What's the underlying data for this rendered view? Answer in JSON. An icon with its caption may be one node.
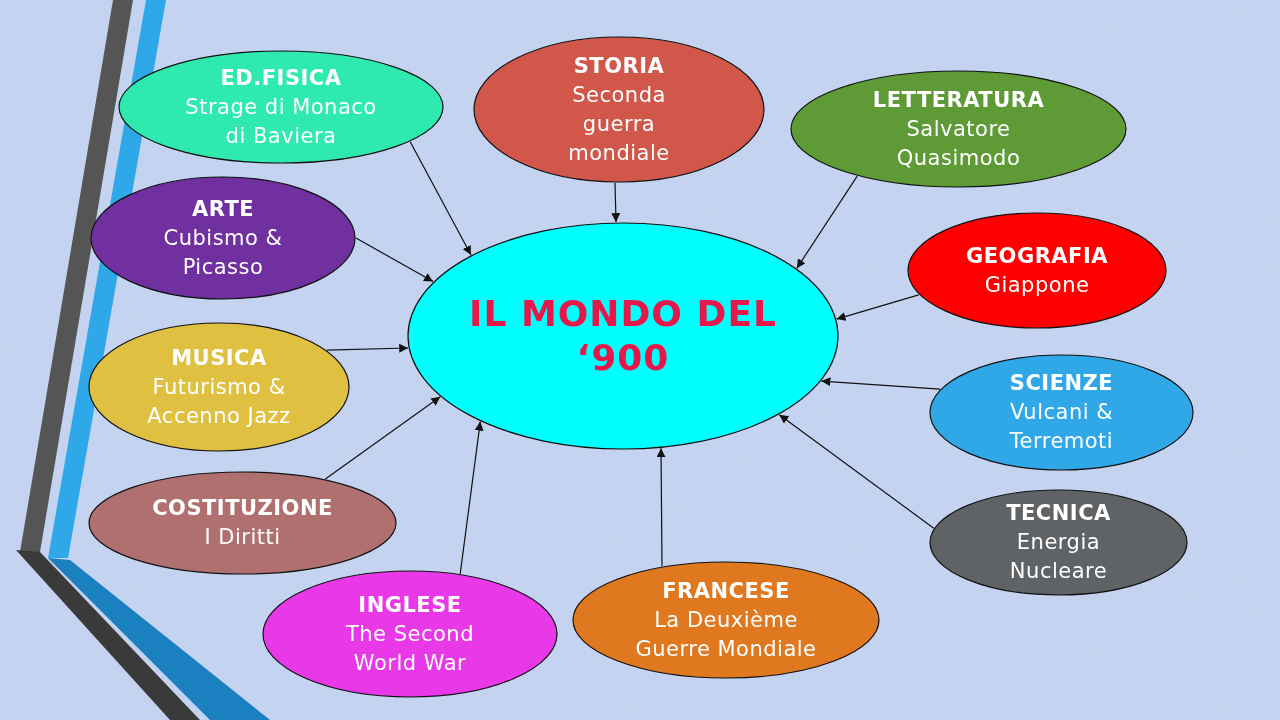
{
  "diagram": {
    "nodes": [
      {
        "text": [
          "IL MONDO DEL ‘900"
        ]
      },
      {
        "text": [
          "ED.FISICA",
          "Strage di Monaco di Baviera"
        ]
      },
      {
        "text": [
          "STORIA",
          "Seconda guerra mondiale"
        ]
      },
      {
        "text": [
          "LETTERATURA",
          "Salvatore Quasimodo"
        ]
      },
      {
        "text": [
          "ARTE",
          "Cubismo & Picasso"
        ]
      },
      {
        "text": [
          "GEOGRAFIA",
          "Giappone"
        ]
      },
      {
        "text": [
          "MUSICA",
          "Futurismo & Accenno Jazz"
        ]
      },
      {
        "text": [
          "SCIENZE",
          "Vulcani & Terremoti"
        ]
      },
      {
        "text": [
          "COSTITUZIONE",
          "I Diritti"
        ]
      },
      {
        "text": [
          "TECNICA",
          "Energia Nucleare"
        ]
      },
      {
        "text": [
          "INGLESE",
          "The Second World War"
        ]
      },
      {
        "text": [
          "FRANCESE",
          "La Deuxième Guerre Mondiale"
        ]
      }
    ],
    "edges": [
      {
        "from": 1,
        "to": 0,
        "arrow": "to"
      },
      {
        "from": 2,
        "to": 0,
        "arrow": "to"
      },
      {
        "from": 3,
        "to": 0,
        "arrow": "to"
      },
      {
        "from": 4,
        "to": 0,
        "arrow": "to"
      },
      {
        "from": 5,
        "to": 0,
        "arrow": "to"
      },
      {
        "from": 6,
        "to": 0,
        "arrow": "to"
      },
      {
        "from": 7,
        "to": 0,
        "arrow": "to"
      },
      {
        "from": 8,
        "to": 0,
        "arrow": "to"
      },
      {
        "from": 9,
        "to": 0,
        "arrow": "to"
      },
      {
        "from": 10,
        "to": 0,
        "arrow": "to"
      },
      {
        "from": 11,
        "to": 0,
        "arrow": "to"
      }
    ]
  }
}
